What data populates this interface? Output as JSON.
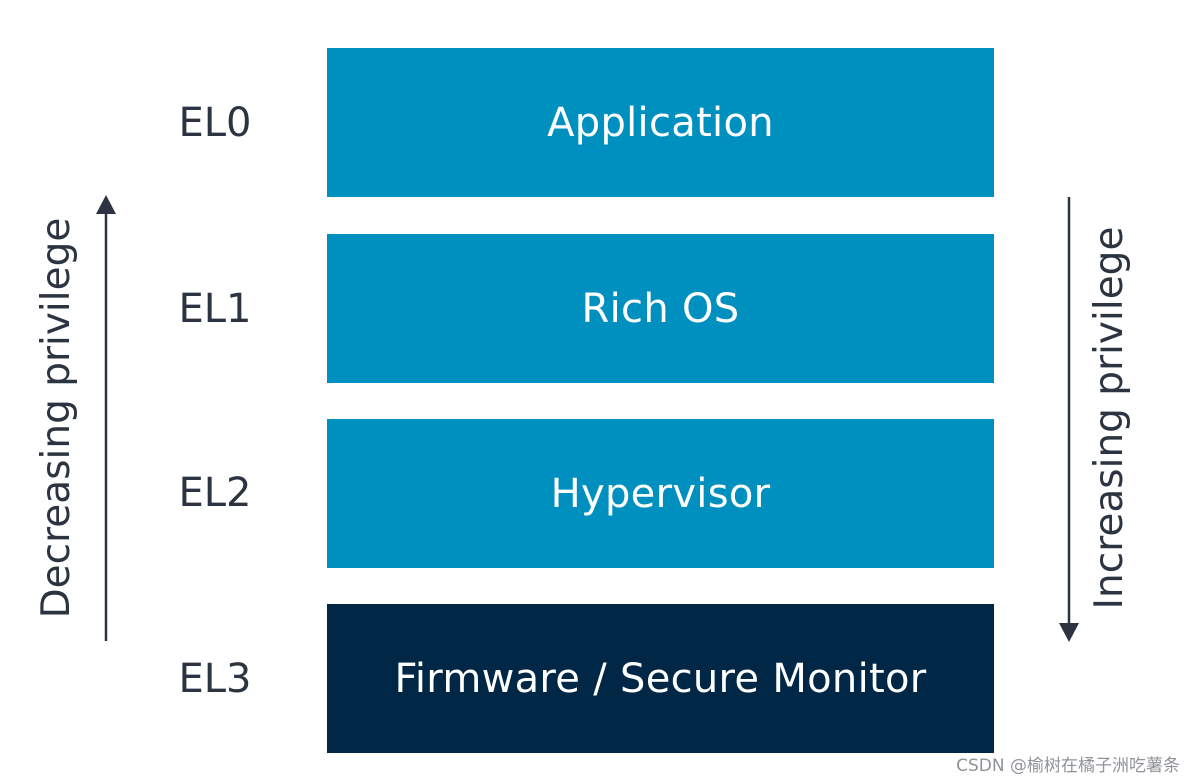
{
  "colors": {
    "block_primary": "#0090BF",
    "block_dark": "#002745",
    "text_dark": "#2b3440",
    "arrow": "#2b3440"
  },
  "levels": [
    {
      "label": "EL0",
      "name": "Application"
    },
    {
      "label": "EL1",
      "name": "Rich OS"
    },
    {
      "label": "EL2",
      "name": "Hypervisor"
    },
    {
      "label": "EL3",
      "name": "Firmware / Secure Monitor"
    }
  ],
  "left_axis": {
    "text": "Decreasing privilege",
    "arrow_direction": "up"
  },
  "right_axis": {
    "text": "Increasing privilege",
    "arrow_direction": "down"
  },
  "watermark": "CSDN @榆树在橘子洲吃薯条"
}
